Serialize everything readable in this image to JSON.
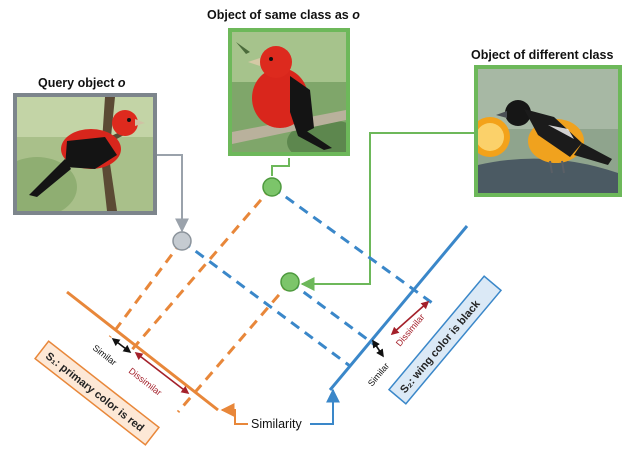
{
  "titles": {
    "query_text": "Query object ",
    "query_symbol": "o",
    "same_class_text": "Object of same class as ",
    "same_class_symbol": "o",
    "different_class": "Object of different class"
  },
  "subspaces": {
    "s1_label": "S₁: primary color is red",
    "s2_label": "S₂: wing color is black"
  },
  "relations": {
    "similar_s1": "Similar",
    "dissimilar_s1": "Dissimilar",
    "similar_s2": "Similar",
    "dissimilar_s2": "Dissimilar",
    "similarity": "Similarity"
  },
  "colors": {
    "orange": "#e8873a",
    "blue": "#3a87c9",
    "green": "#6db85a",
    "gray": "#9aa2ab",
    "dark_red": "#a4202a",
    "label_bg_orange": "#fde8d6",
    "label_bg_blue": "#dbe9f6"
  }
}
